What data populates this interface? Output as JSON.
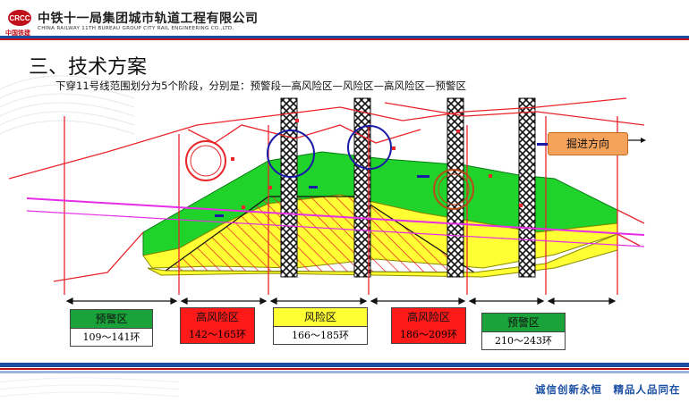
{
  "header": {
    "company_cn": "中铁十一局集团城市轨道工程有限公司",
    "company_en": "CHINA RAILWAY 11TH BUREAU GROUP CITY RAIL ENGINEERING CO.,LTD.",
    "logo_caption": "中国铁建",
    "logo_text": "CRCC"
  },
  "slide": {
    "title": "三、技术方案",
    "subtitle": "下穿11号线范围划分为5个阶段，分别是：预警段—高风险区—风险区—高风险区—预警区"
  },
  "diagram": {
    "direction_label": "掘进方向",
    "zones": [
      {
        "name": "预警区",
        "range": "109～141环",
        "kind": "green"
      },
      {
        "name": "高风险区",
        "range": "142～165环",
        "kind": "red"
      },
      {
        "name": "风险区",
        "range": "166～185环",
        "kind": "yellow"
      },
      {
        "name": "高风险区",
        "range": "186～209环",
        "kind": "red"
      },
      {
        "name": "预警区",
        "range": "210～243环",
        "kind": "green"
      }
    ]
  },
  "footer": {
    "slogan": "诚信创新永恒　精品人品同在"
  },
  "colors": {
    "brand_blue": "#1b4fa3",
    "brand_red": "#c0101a",
    "green_zone": "#1aa33a",
    "red_zone": "#ff1a1a",
    "yellow_zone": "#ffff33"
  }
}
